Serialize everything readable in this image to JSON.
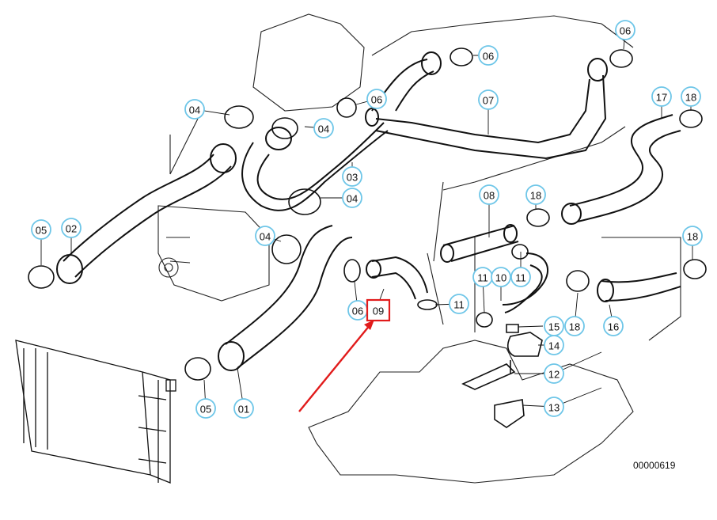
{
  "diagram": {
    "reference_number": "00000619",
    "highlighted_label": "09",
    "accent_color": "#e11b1b",
    "callout_circle_color": "#6ec6e8",
    "labels": [
      "06",
      "06",
      "06",
      "04",
      "04",
      "07",
      "17",
      "18",
      "03",
      "04",
      "05",
      "02",
      "08",
      "18",
      "04",
      "18",
      "11",
      "10",
      "11",
      "11",
      "06",
      "09",
      "15",
      "14",
      "18",
      "16",
      "12",
      "05",
      "01",
      "13"
    ]
  },
  "callouts": [
    {
      "label": "06"
    },
    {
      "label": "06"
    },
    {
      "label": "06"
    },
    {
      "label": "04"
    },
    {
      "label": "04"
    },
    {
      "label": "07"
    },
    {
      "label": "17"
    },
    {
      "label": "18"
    },
    {
      "label": "03"
    },
    {
      "label": "04"
    },
    {
      "label": "05"
    },
    {
      "label": "02"
    },
    {
      "label": "08"
    },
    {
      "label": "18"
    },
    {
      "label": "04"
    },
    {
      "label": "18"
    },
    {
      "label": "11"
    },
    {
      "label": "10"
    },
    {
      "label": "11"
    },
    {
      "label": "11"
    },
    {
      "label": "06"
    },
    {
      "label": "09"
    },
    {
      "label": "15"
    },
    {
      "label": "14"
    },
    {
      "label": "18"
    },
    {
      "label": "16"
    },
    {
      "label": "12"
    },
    {
      "label": "05"
    },
    {
      "label": "01"
    },
    {
      "label": "13"
    }
  ]
}
